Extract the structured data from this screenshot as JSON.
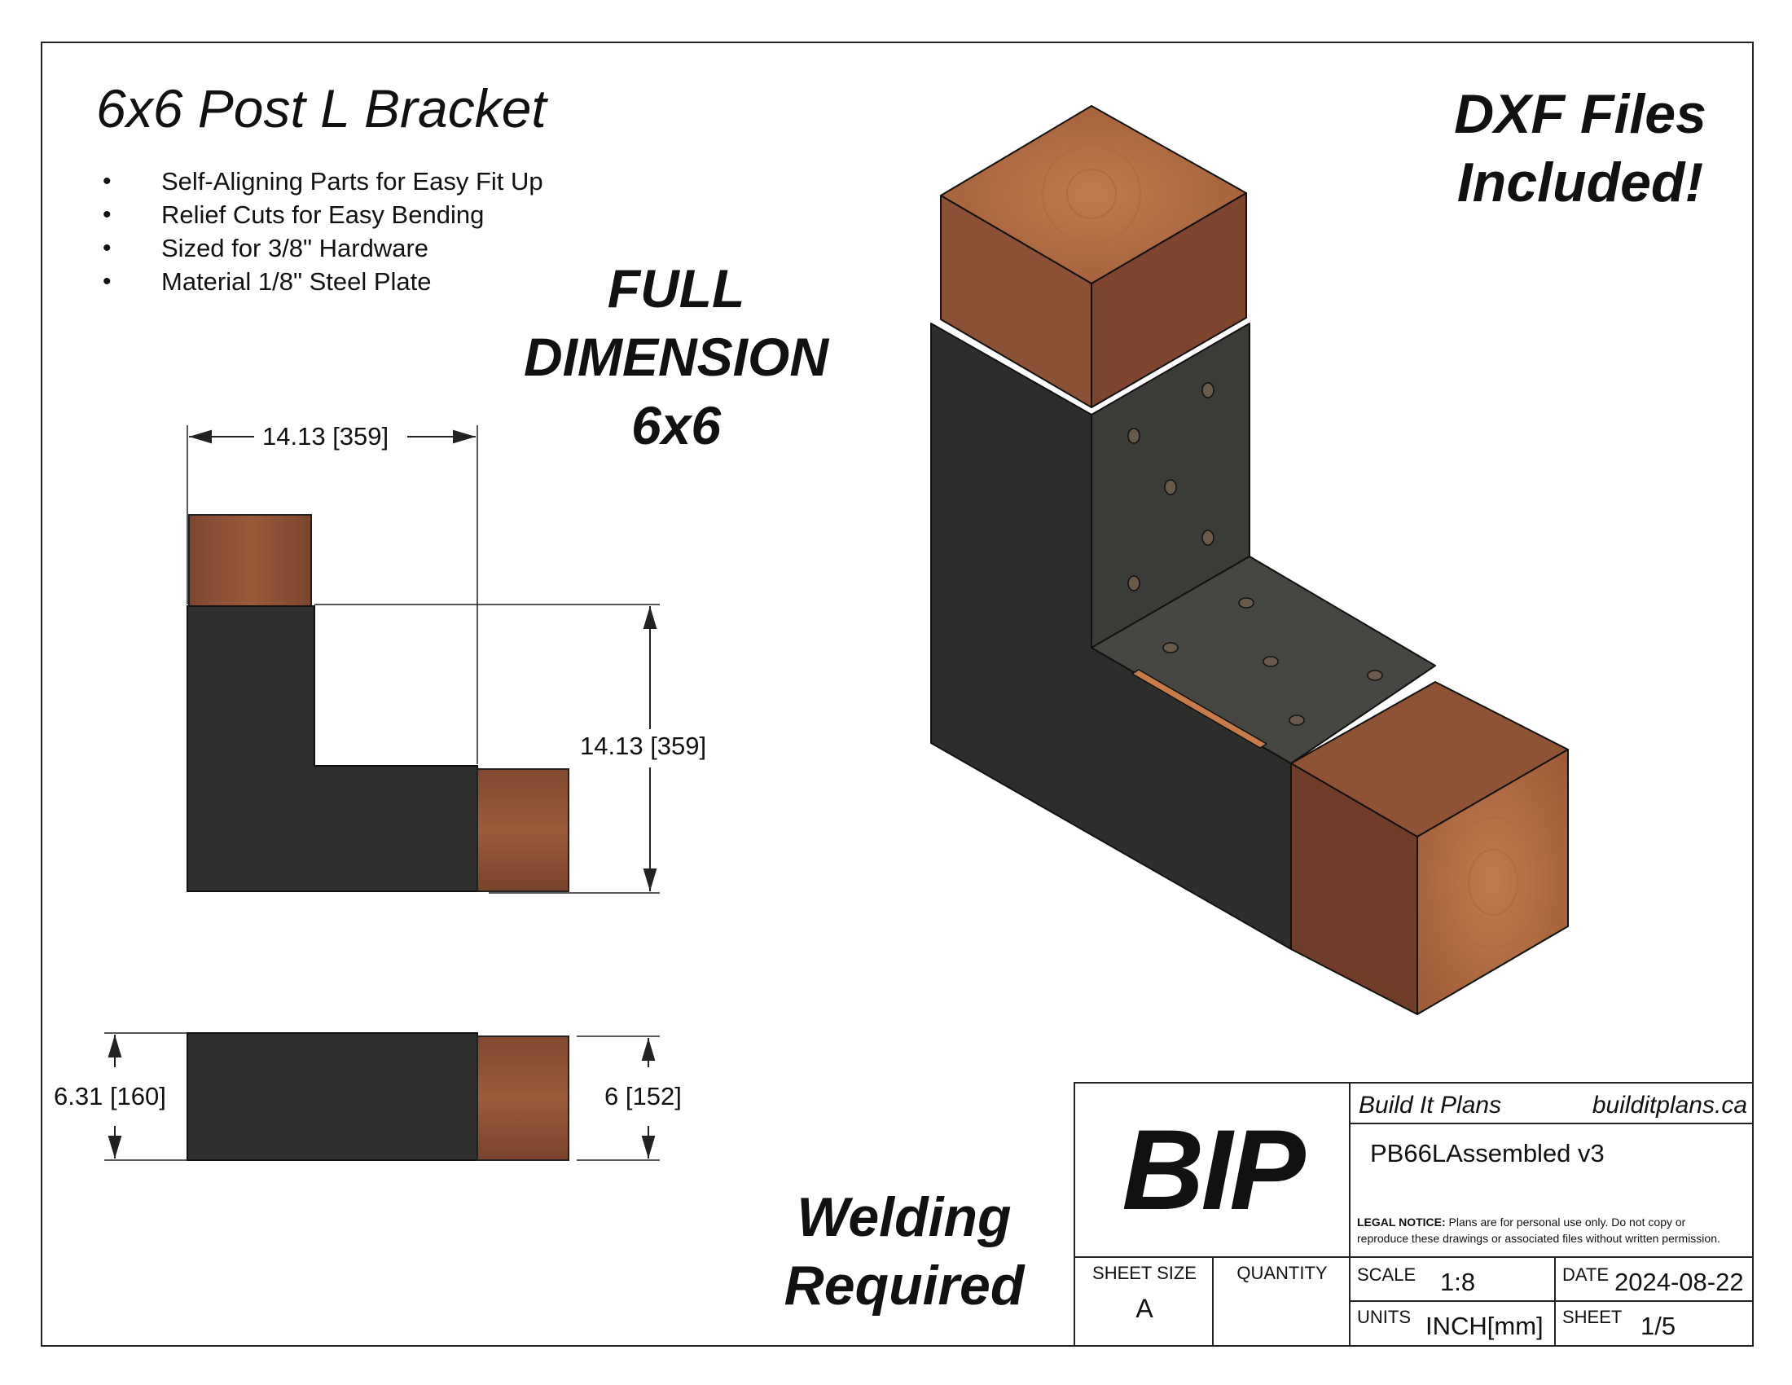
{
  "header": {
    "title": "6x6 Post L Bracket",
    "bullets": [
      "Self-Aligning Parts for Easy Fit Up",
      "Relief Cuts for Easy Bending",
      "Sized for 3/8\" Hardware",
      "Material 1/8\" Steel Plate"
    ]
  },
  "callouts": {
    "full_dimension": [
      "FULL",
      "DIMENSION",
      "6x6"
    ],
    "dxf": [
      "DXF Files",
      "Included!"
    ],
    "welding": [
      "Welding",
      "Required"
    ]
  },
  "dimensions": {
    "top_width": "14.13 [359]",
    "side_height": "14.13 [359]",
    "bottom_left": "6.31 [160]",
    "bottom_right": "6 [152]"
  },
  "title_block": {
    "logo": "BIP",
    "company": "Build It Plans",
    "website": "builditplans.ca",
    "part_name": "PB66LAssembled v3",
    "legal_label": "LEGAL NOTICE:",
    "legal_text_1": "Plans are for personal use only. Do not copy or",
    "legal_text_2": "reproduce these drawings or associated files without written permission.",
    "sheet_size_label": "SHEET SIZE",
    "sheet_size": "A",
    "quantity_label": "QUANTITY",
    "quantity": "",
    "scale_label": "SCALE",
    "scale": "1:8",
    "date_label": "DATE",
    "date": "2024-08-22",
    "units_label": "UNITS",
    "units": "INCH[mm]",
    "sheet_label": "SHEET",
    "sheet": "1/5"
  },
  "colors": {
    "steel": "#2f2f2d",
    "wood": "#8a4f33",
    "wood_end": "#a9673f",
    "line": "#222222"
  }
}
